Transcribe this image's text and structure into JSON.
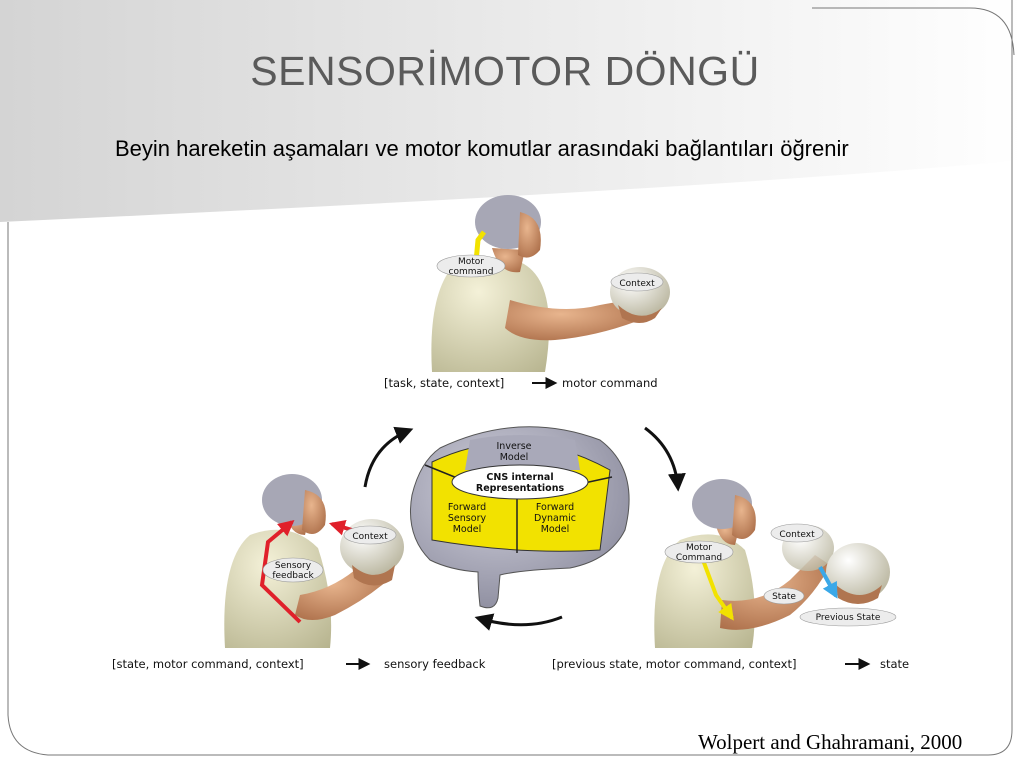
{
  "slide": {
    "title": "SENSORİMOTOR DÖNGÜ",
    "subtitle": "Beyin hareketin aşamaları ve motor komutlar arasındaki bağlantıları öğrenir",
    "citation": "Wolpert and Ghahramani, 2000"
  },
  "diagram": {
    "top_figure": {
      "motor_command_label": [
        "Motor",
        "command"
      ],
      "context_label": "Context",
      "formula_input": "[task, state, context]",
      "formula_output": "motor command"
    },
    "brain": {
      "inverse_model": [
        "Inverse",
        "Model"
      ],
      "cns": [
        "CNS internal",
        "Representations"
      ],
      "forward_sensory": [
        "Forward",
        "Sensory",
        "Model"
      ],
      "forward_dynamic": [
        "Forward",
        "Dynamic",
        "Model"
      ]
    },
    "left_figure": {
      "context_label": "Context",
      "sensory_feedback_label": [
        "Sensory",
        "feedback"
      ],
      "formula_input": "[state, motor command, context]",
      "formula_output": "sensory feedback"
    },
    "right_figure": {
      "context_label": "Context",
      "motor_command_label": [
        "Motor",
        "Command"
      ],
      "state_label": "State",
      "previous_state_label": "Previous State",
      "formula_input": "[previous state, motor command, context]",
      "formula_output": "state"
    },
    "colors": {
      "yellow": "#f2e200",
      "brain_gray": "#a9a9b9",
      "red_arrow": "#e0202a",
      "blue_arrow": "#3aa8e8"
    }
  }
}
